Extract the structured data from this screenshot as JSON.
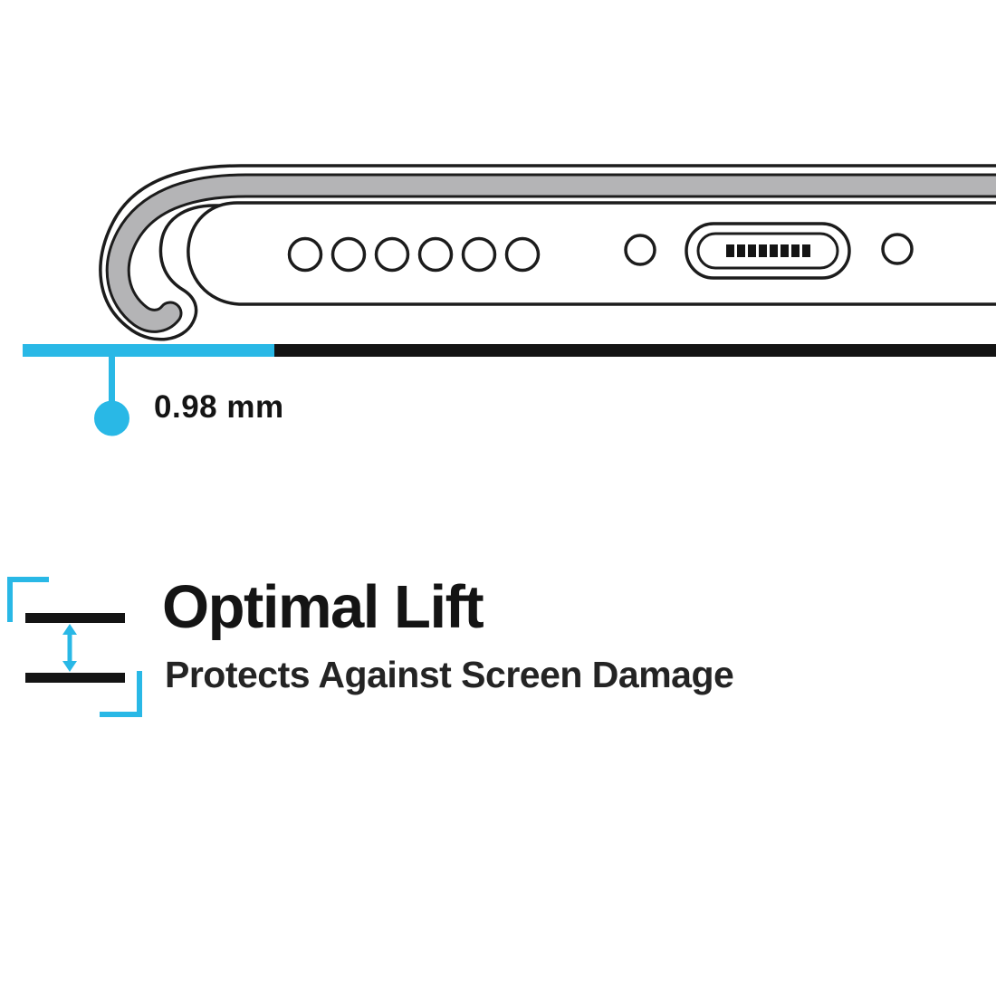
{
  "colors": {
    "page-bg": "#ffffff",
    "accent": "#29b8e6",
    "ink": "#141414",
    "outline": "#1c1c1c",
    "case-gray": "#b4b4b6"
  },
  "measurement": {
    "label": "0.98 mm"
  },
  "feature": {
    "title": "Optimal Lift",
    "subtitle": "Protects Against Screen Damage"
  },
  "icons": {
    "lift-arrow-icon": "↕",
    "lift-frame-icon": "corner-brackets"
  }
}
